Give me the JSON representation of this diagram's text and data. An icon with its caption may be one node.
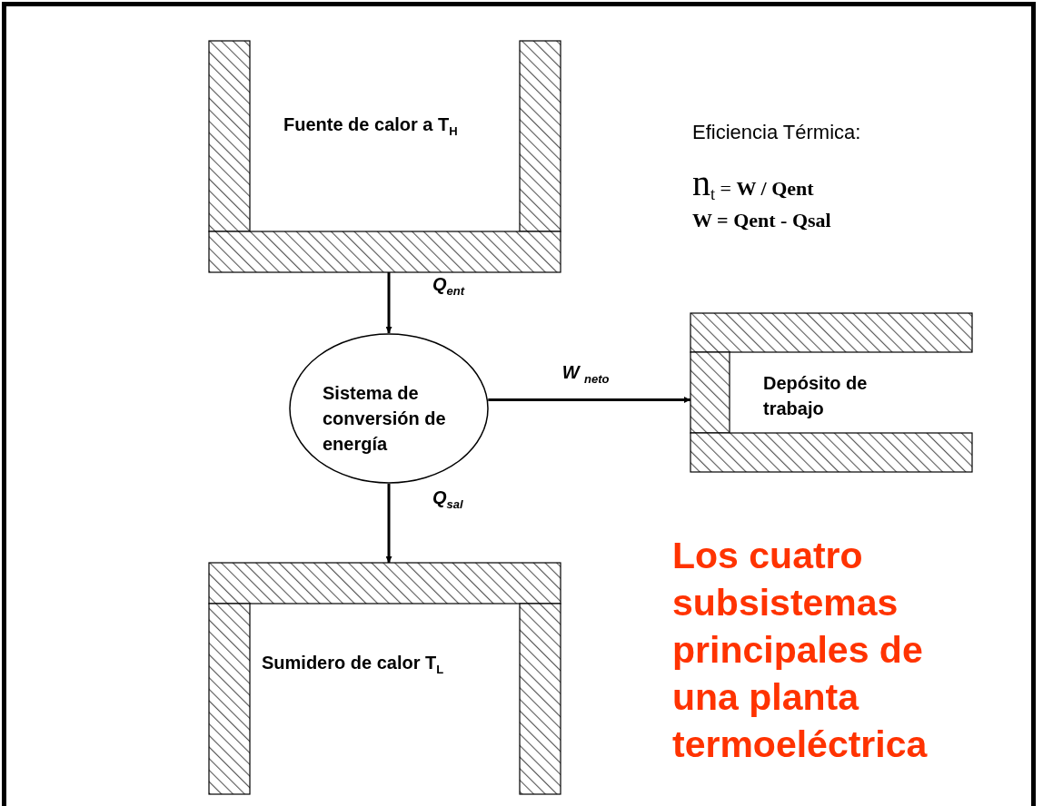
{
  "diagram": {
    "title": "Los cuatro subsistemas principales de una planta termoeléctrica",
    "nodes": [
      {
        "text": [
          "Fuente de calor a T$_{H}$"
        ]
      },
      {
        "text": [
          "Sistema de conversión de energía"
        ]
      },
      {
        "text": [
          "Depósito de trabajo"
        ]
      },
      {
        "text": [
          "Sumidero de calor T$_{L}$"
        ]
      }
    ],
    "edges": [
      {
        "from": 0,
        "to": 1,
        "arrow": "to",
        "label": "Q$_{ent}$"
      },
      {
        "from": 1,
        "to": 2,
        "arrow": "to",
        "label": "W $_{neto}$"
      },
      {
        "from": 1,
        "to": 3,
        "arrow": "to",
        "label": "Q$_{sal}$"
      }
    ],
    "labels": [
      "Eficiencia Térmica:",
      "n$_{t}$ = **W / Qent**",
      "W = Qent - Qsal"
    ]
  }
}
